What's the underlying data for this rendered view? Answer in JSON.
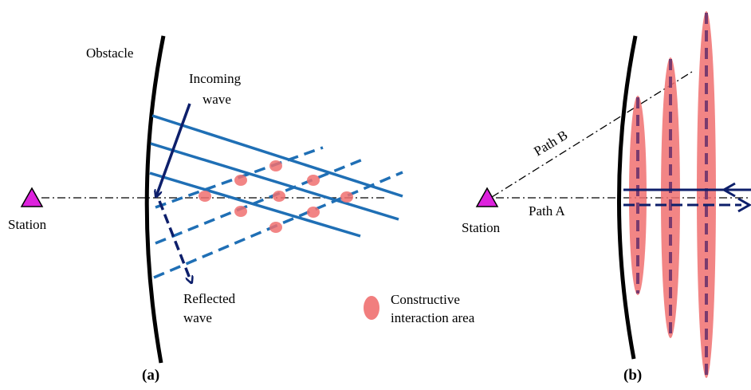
{
  "panel_a": {
    "caption": "(a)",
    "obstacle_label": "Obstacle",
    "incoming_label_line1": "Incoming",
    "incoming_label_line2": "wave",
    "reflected_label_line1": "Reflected",
    "reflected_label_line2": "wave",
    "station_label": "Station",
    "legend_line1": "Constructive",
    "legend_line2": "interaction area"
  },
  "panel_b": {
    "caption": "(b)",
    "station_label": "Station",
    "path_a_label": "Path A",
    "path_b_label": "Path B"
  },
  "colors": {
    "station_fill": "#dd22dd",
    "wave_blue": "#1f6fb5",
    "reflected_blue": "#1f6fb5",
    "arrow_navy": "#0d1f6b",
    "interaction_red": "#f07070",
    "obstacle": "#000000",
    "path_line": "#000000"
  }
}
